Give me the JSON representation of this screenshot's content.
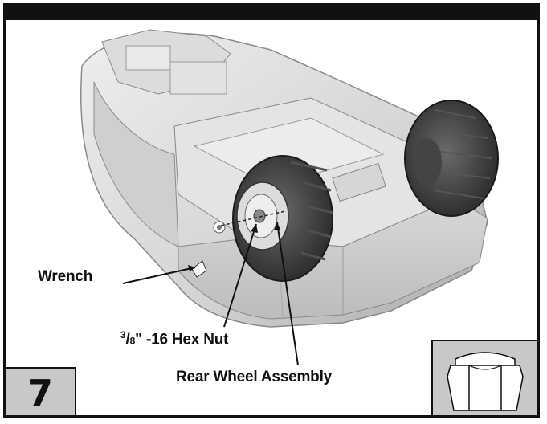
{
  "step": {
    "number": "7"
  },
  "callouts": {
    "wrench": "Wrench",
    "hex_nut": "-16 Hex Nut",
    "hex_nut_fraction_num": "3",
    "hex_nut_fraction_den": "8",
    "hex_nut_inch": "\"",
    "rear_wheel": "Rear Wheel Assembly"
  },
  "icons": {
    "part": "hex-nut-icon",
    "main": "vehicle-underside-illustration"
  },
  "colors": {
    "frame": "#111111",
    "panel": "#c8c8c8",
    "body_light": "#e6e6e6",
    "body_shadow": "#9a9a9a",
    "tire": "#3a3a3a"
  }
}
